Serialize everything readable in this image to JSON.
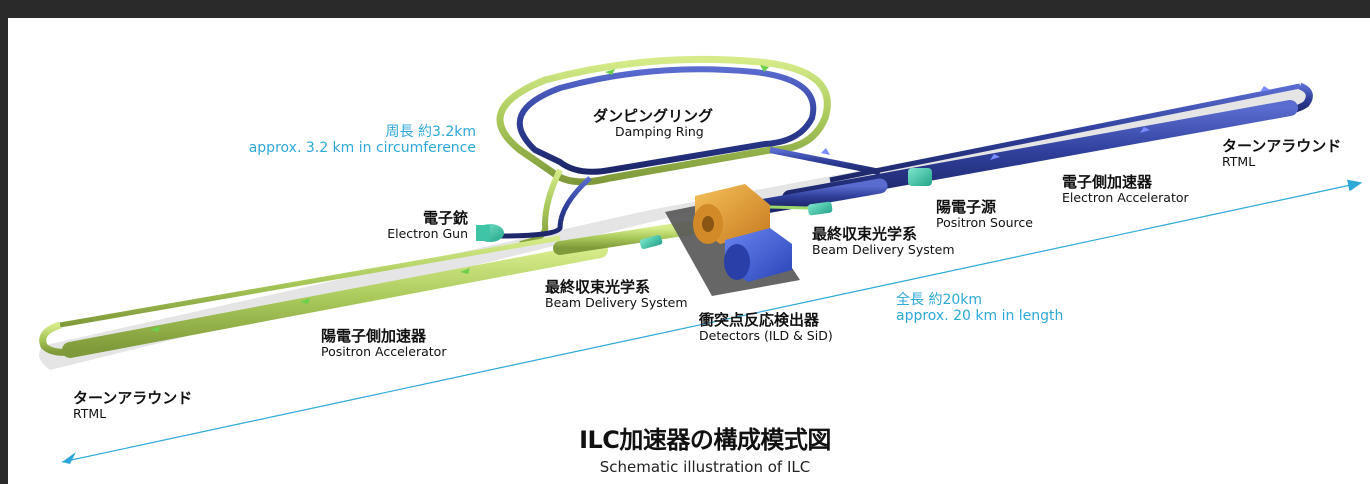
{
  "labels": {
    "damping_ring": {
      "jp": "ダンピングリング",
      "en": "Damping Ring"
    },
    "circumference": {
      "jp": "周長 約3.2km",
      "en": "approx. 3.2 km in circumference"
    },
    "electron_gun": {
      "jp": "電子銃",
      "en": "Electron Gun"
    },
    "positron_source": {
      "jp": "陽電子源",
      "en": "Positron Source"
    },
    "electron_accelerator": {
      "jp": "電子側加速器",
      "en": "Electron Accelerator"
    },
    "rtml_right": {
      "jp": "ターンアラウンド",
      "en": "RTML"
    },
    "bds_right": {
      "jp": "最終収束光学系",
      "en": "Beam Delivery System"
    },
    "bds_left": {
      "jp": "最終収束光学系",
      "en": "Beam Delivery System"
    },
    "detectors": {
      "jp": "衝突点反応検出器",
      "en": "Detectors (ILD & SiD)"
    },
    "positron_accelerator": {
      "jp": "陽電子側加速器",
      "en": "Positron Accelerator"
    },
    "rtml_left": {
      "jp": "ターンアラウンド",
      "en": "RTML"
    },
    "length": {
      "jp": "全長 約20km",
      "en": "approx. 20 km in length"
    }
  },
  "title": {
    "jp": "ILC加速器の構成模式図",
    "en": "Schematic illustration of ILC"
  },
  "colors": {
    "positron_line": "#a8c85a",
    "electron_line": "#2f3f9a",
    "annotation": "#2ea8d8",
    "detector_orange": "#e8a23a",
    "detector_blue": "#3a5bd8",
    "component_teal": "#3fc4a8"
  }
}
